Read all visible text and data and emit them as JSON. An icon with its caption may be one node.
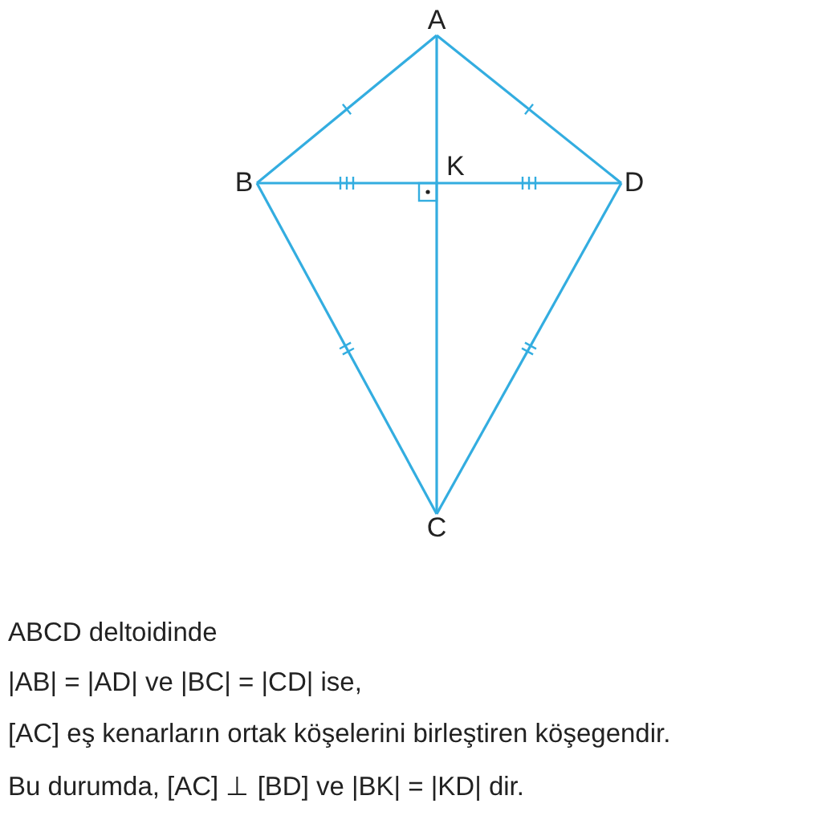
{
  "diagram": {
    "nodes": [
      {
        "text": [
          "A"
        ]
      },
      {
        "text": [
          "B"
        ]
      },
      {
        "text": [
          "D"
        ]
      },
      {
        "text": [
          "C"
        ]
      }
    ],
    "edges": [
      {
        "from": 0,
        "to": 1,
        "arrow": "none"
      },
      {
        "from": 0,
        "to": 2,
        "arrow": "none"
      },
      {
        "from": 1,
        "to": 3,
        "arrow": "none"
      },
      {
        "from": 2,
        "to": 3,
        "arrow": "none"
      },
      {
        "from": 0,
        "to": 3,
        "arrow": "none"
      },
      {
        "from": 1,
        "to": 2,
        "arrow": "none"
      }
    ],
    "labels": [
      "K",
      "ABCD deltoidinde",
      "|AB| = |AD| ve  |BC| = |CD| ise,",
      "[AC] eş kenarların ortak köşelerini birleştiren köşegendir.",
      "Bu durumda, [AC] ⊥ [BD] ve |BK| = |KD| dir."
    ]
  }
}
